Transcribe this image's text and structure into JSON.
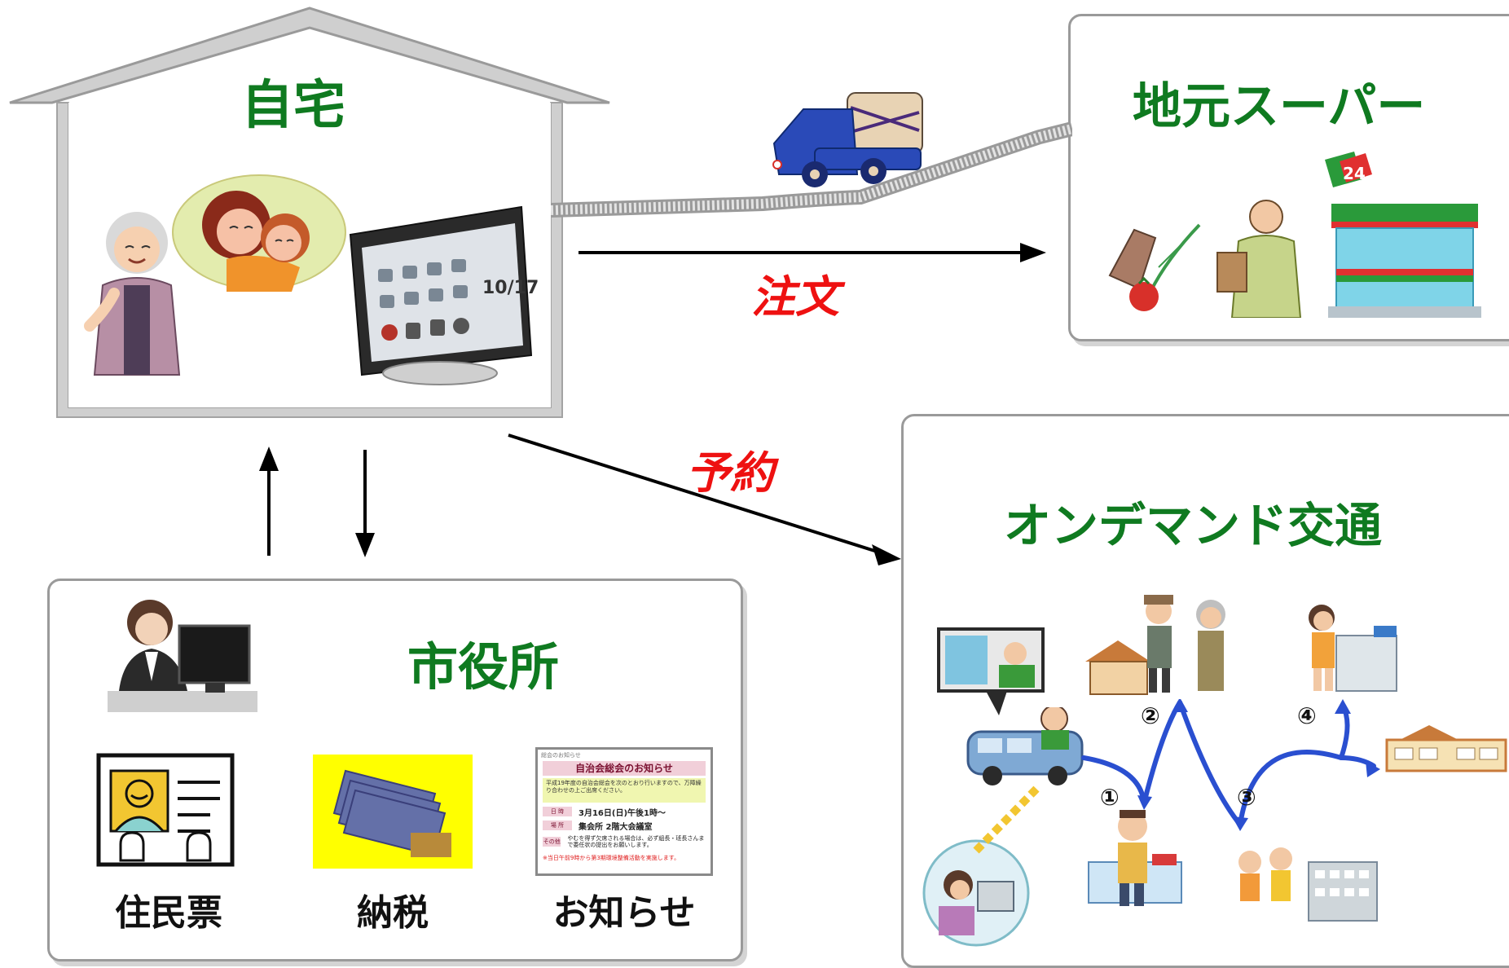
{
  "home": {
    "title": "自宅"
  },
  "supermarket": {
    "title": "地元スーパー",
    "badge": "24"
  },
  "city_hall": {
    "title": "市役所",
    "docs": [
      {
        "label": "住民票"
      },
      {
        "label": "納税"
      },
      {
        "label": "お知らせ"
      }
    ]
  },
  "transit": {
    "title": "オンデマンド交通",
    "steps": [
      "①",
      "②",
      "③",
      "④"
    ]
  },
  "arrows": {
    "order_label": "注文",
    "reserve_label": "予約"
  },
  "tablet": {
    "date": "10/17"
  },
  "notice": {
    "header": "総会のお知らせ",
    "title": "自治会総会のお知らせ",
    "body": "平成19年度の自治会総会を次のとおり行いますので、万障繰り合わせの上ご出席ください。",
    "date_tag": "日 時",
    "date_value": "3月16日(日)午後1時～",
    "place_tag": "場 所",
    "place_value": "集会所 2階大会議室",
    "other_tag": "その他",
    "other_value": "やむを得ず欠席される場合は、必ず組長・班長さんまで委任状の提出をお願いします。",
    "footer": "※当日午前9時から第3期環境整備活動を実施します。"
  },
  "colors": {
    "title_green": "#0f7a20",
    "label_red": "#ee1111",
    "step_arrow_blue": "#2a4fd0"
  }
}
